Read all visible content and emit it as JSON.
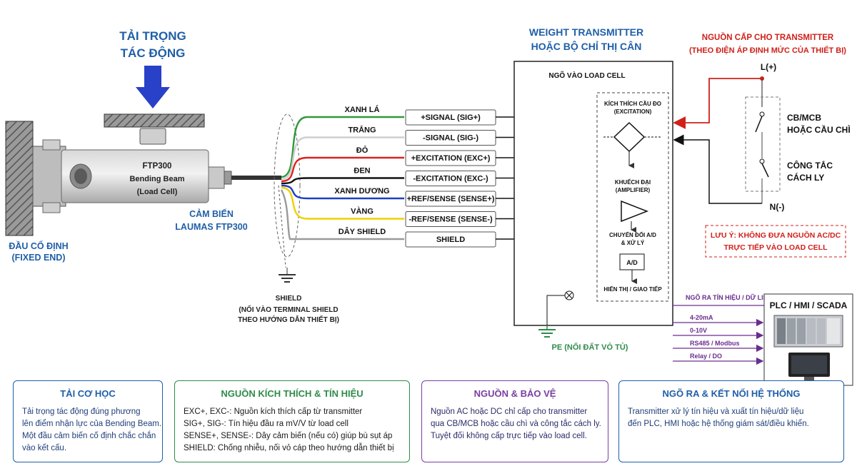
{
  "load": {
    "title_line1": "TẢI TRỌNG",
    "title_line2": "TÁC ĐỘNG"
  },
  "fixed_end": {
    "line1": "ĐẦU CỐ ĐỊNH",
    "line2": "(FIXED END)"
  },
  "load_cell": {
    "model": "FTP300",
    "type": "Bending Beam",
    "sub": "(Load Cell)"
  },
  "sensor": {
    "line1": "CẢM BIẾN",
    "line2": "LAUMAS FTP300"
  },
  "wires": [
    {
      "color_name": "XANH LÁ",
      "color": "#2e9a3a",
      "terminal_label": "+SIGNAL (SIG+)",
      "terminal": "SIG+"
    },
    {
      "color_name": "TRẮNG",
      "color": "#cfcfcf",
      "terminal_label": "-SIGNAL (SIG-)",
      "terminal": "SIG-"
    },
    {
      "color_name": "ĐỎ",
      "color": "#e02020",
      "terminal_label": "+EXCITATION (EXC+)",
      "terminal": "EXC+"
    },
    {
      "color_name": "ĐEN",
      "color": "#111111",
      "terminal_label": "-EXCITATION (EXC-)",
      "terminal": "EXC-"
    },
    {
      "color_name": "XANH DƯƠNG",
      "color": "#1f3fbf",
      "terminal_label": "+REF/SENSE (SENSE+)",
      "terminal": "SENSE+"
    },
    {
      "color_name": "VÀNG",
      "color": "#f0d000",
      "terminal_label": "-REF/SENSE (SENSE-)",
      "terminal": "SENSE-"
    },
    {
      "color_name": "DÂY SHIELD",
      "color": "#9a9a9a",
      "terminal_label": "SHIELD",
      "terminal": "SHIELD"
    }
  ],
  "shield_note": {
    "line1": "SHIELD",
    "line2": "(NỐI VÀO TERMINAL SHIELD",
    "line3": "THEO HƯỚNG DẪN THIẾT BỊ)"
  },
  "transmitter": {
    "title_line1": "WEIGHT TRANSMITTER",
    "title_line2": "HOẶC BỘ CHỈ THỊ CÂN",
    "input_label": "NGÕ VÀO LOAD CELL",
    "bridge_line1": "KÍCH THÍCH CẦU ĐO",
    "bridge_line2": "(EXCITATION)",
    "amp_line1": "KHUẾCH ĐẠI",
    "amp_line2": "(AMPLIFIER)",
    "adc_line1": "CHUYỂN ĐỔI A/D",
    "adc_line2": "& XỬ LÝ",
    "adc_box": "A/D",
    "display": "HIỂN THỊ / GIAO TIẾP",
    "pe": "PE (NỐI ĐẤT VỎ TỦ)"
  },
  "power": {
    "title_line1": "NGUỒN CẤP CHO TRANSMITTER",
    "title_line2": "(THEO ĐIỆN ÁP ĐỊNH MỨC CỦA THIẾT BỊ)",
    "live": "L(+)",
    "neutral": "N(-)",
    "cb_line1": "CB/MCB",
    "cb_line2": "HOẶC CẦU CHÌ",
    "sw_line1": "CÔNG TẮC",
    "sw_line2": "CÁCH LY",
    "warn_line1": "LƯU Ý: KHÔNG ĐƯA NGUỒN AC/DC",
    "warn_line2": "TRỰC TIẾP VÀO LOAD CELL",
    "color": "#d0201a"
  },
  "outputs": {
    "title": "NGÕ RA TÍN HIỆU / DỮ LIỆU",
    "items": [
      "4-20mA",
      "0-10V",
      "RS485 / Modbus",
      "Relay / DO"
    ],
    "plc_title": "PLC / HMI / SCADA",
    "color": "#6a2d8f"
  },
  "info": {
    "mech": {
      "title": "TẢI CƠ HỌC",
      "lines": [
        "Tải trọng tác động đúng phương",
        "lên điểm nhận lực của Bending Beam.",
        "Một đầu cảm biến cố định chắc chắn",
        "vào kết cấu."
      ]
    },
    "signal": {
      "title": "NGUỒN KÍCH THÍCH & TÍN HIỆU",
      "lines": [
        "EXC+, EXC-:   Nguồn kích thích cấp từ transmitter",
        "SIG+, SIG-:    Tín hiệu đầu ra mV/V từ load cell",
        "SENSE+, SENSE-:   Dây cảm biến (nếu có) giúp bù sụt áp",
        "SHIELD:  Chống nhiễu, nối vỏ cáp theo hướng dẫn thiết bị"
      ]
    },
    "protect": {
      "title": "NGUỒN & BẢO VỆ",
      "lines": [
        "Nguồn AC hoặc DC chỉ cấp cho transmitter",
        "qua CB/MCB hoặc cầu chì và công tắc cách ly.",
        "Tuyệt đối không cấp trực tiếp vào load cell."
      ]
    },
    "output": {
      "title": "NGÕ RA & KẾT NỐI HỆ THỐNG",
      "lines": [
        "Transmitter xử lý tín hiệu và xuất tín hiệu/dữ liệu",
        "đến PLC, HMI hoặc hệ thống giám sát/điều khiển."
      ]
    }
  },
  "colors": {
    "blue_title": "#1f5fa8",
    "arrow": "#2940c8",
    "terminal_bg": "#111111"
  }
}
